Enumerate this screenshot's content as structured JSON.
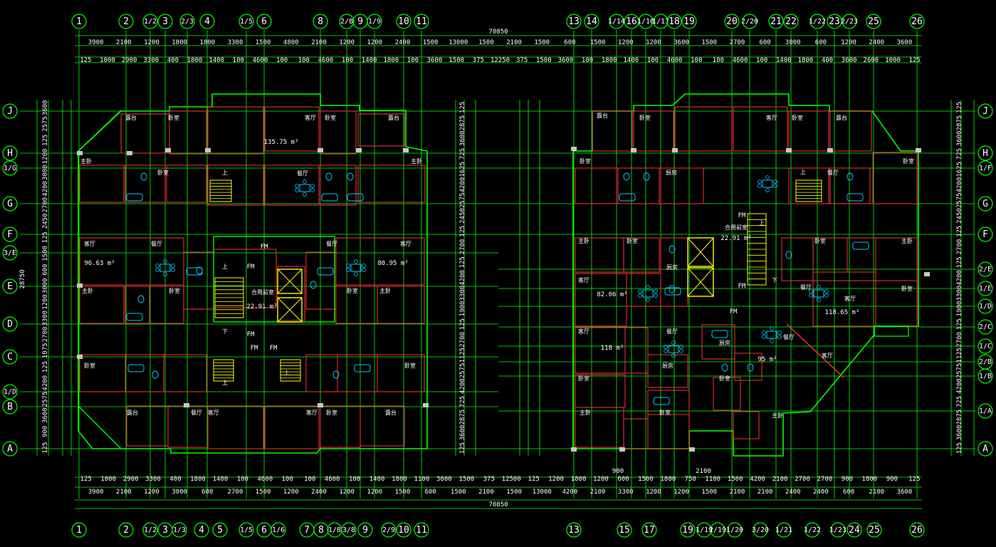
{
  "top_columns_left": [
    "1",
    "2",
    "1/2",
    "3",
    "2/3",
    "4",
    "1/5",
    "6",
    "8",
    "2/8",
    "9",
    "1/9",
    "10",
    "11"
  ],
  "top_columns_right": [
    "13",
    "14",
    "1/14",
    "16",
    "1/16",
    "1/17",
    "18",
    "19",
    "20",
    "2/20",
    "21",
    "22",
    "1/22",
    "23",
    "2/23",
    "25",
    "26"
  ],
  "bottom_columns_left": [
    "1",
    "2",
    "1/2",
    "3",
    "1/3",
    "4",
    "5",
    "1/5",
    "6",
    "1/6",
    "7",
    "8",
    "1/8",
    "3/8",
    "9",
    "2/9",
    "10",
    "11"
  ],
  "bottom_columns_right": [
    "13",
    "15",
    "17",
    "19",
    "1/19",
    "2/19",
    "1/20",
    "3/20",
    "1/21",
    "1/22",
    "1/23",
    "24",
    "25",
    "26"
  ],
  "rows_left": [
    "J",
    "H",
    "1/G",
    "G",
    "F",
    "3/E",
    "E",
    "D",
    "C",
    "1/D",
    "B",
    "A"
  ],
  "rows_right": [
    "J",
    "H",
    "1/F",
    "G",
    "F",
    "2/E",
    "1/E",
    "1/D",
    "2/C",
    "1/C",
    "2/B",
    "1/B",
    "1/A",
    "A"
  ],
  "top_dims": {
    "overall": "70850",
    "row1": [
      "3900",
      "2100",
      "1200",
      "1800",
      "1800",
      "3300",
      "1500",
      "4800",
      "2100",
      "1200",
      "1200",
      "2400",
      "1500",
      "13000",
      "1500",
      "2100",
      "1500",
      "600",
      "1500",
      "1200",
      "1200",
      "3600",
      "1500",
      "2700",
      "600",
      "3000",
      "600",
      "1200",
      "2400",
      "3600"
    ],
    "row2": [
      "125",
      "1000",
      "2900",
      "3300",
      "400",
      "1800",
      "1400",
      "100",
      "4600",
      "100",
      "100",
      "4600",
      "100",
      "1400",
      "1800",
      "100",
      "3600",
      "1500",
      "375",
      "12250",
      "375",
      "1500",
      "3600",
      "100",
      "1800",
      "1400",
      "100",
      "4600",
      "100",
      "100",
      "4600",
      "100",
      "1400",
      "1800",
      "400",
      "3600",
      "2600",
      "1000",
      "125"
    ]
  },
  "bottom_dims": {
    "overall": "70850",
    "row1": [
      "125",
      "1000",
      "2900",
      "3300",
      "400",
      "1800",
      "1400",
      "100",
      "4600",
      "100",
      "100",
      "4600",
      "100",
      "1400",
      "1800",
      "1100",
      "3600",
      "1500",
      "375",
      "12500",
      "125",
      "1200",
      "1800",
      "1200",
      "600",
      "1500",
      "1800",
      "750",
      "1100",
      "1500",
      "4200",
      "2100",
      "2700",
      "2700",
      "900",
      "1800",
      "900",
      "125"
    ],
    "row2": [
      "3900",
      "2100",
      "1200",
      "3000",
      "600",
      "2700",
      "1500",
      "1200",
      "2400",
      "1200",
      "1200",
      "1500",
      "600",
      "1500",
      "2100",
      "1500",
      "13000",
      "4200",
      "2100",
      "3300",
      "1200",
      "1200",
      "1500",
      "2100",
      "2100",
      "2400",
      "2400",
      "600",
      "2100",
      "3600"
    ],
    "mid": [
      "900",
      "2100"
    ]
  },
  "left_vdims": [
    "3600",
    "2575",
    "125",
    "1200",
    "3000",
    "4200",
    "2700",
    "2450",
    "125",
    "1500",
    "600",
    "3000",
    "1200",
    "3300",
    "2700",
    "1075",
    "125",
    "4200",
    "2575",
    "3600",
    "900",
    "125",
    "28750"
  ],
  "right_vdims": [
    "125",
    "2875",
    "3600",
    "725",
    "1625",
    "4200",
    "2575",
    "2450",
    "125",
    "2700",
    "125",
    "4200",
    "3300",
    "1900",
    "125",
    "2700",
    "1125",
    "2575",
    "4200",
    "725",
    "2875",
    "3600",
    "125"
  ],
  "areas": {
    "left_top": "135.75 m²",
    "left_mid_left": "96.63 m²",
    "left_mid_right": "80.95 m²",
    "left_core": "22.91 m²",
    "right_core": "22.91 m²",
    "right_a": "82.06 m²",
    "right_b": "118.65 m²",
    "right_c": "118 m²",
    "right_d": "95 m²"
  },
  "labels": {
    "fm": "FM",
    "up": "上",
    "down": "下",
    "bedroom": "卧室",
    "master": "主卧",
    "living": "客厅",
    "dining": "餐厅",
    "kitchen": "厨房",
    "balcony": "露台",
    "core": "合用前室"
  },
  "colors": {
    "background": "#000000",
    "grid": "#00ff00",
    "wall_outer": "#00ff00",
    "wall_inner": "#ff3333",
    "hatch": "#ffff00",
    "fixtures": "#00ccff",
    "text": "#ffffff",
    "column": "#c8c8c8"
  }
}
